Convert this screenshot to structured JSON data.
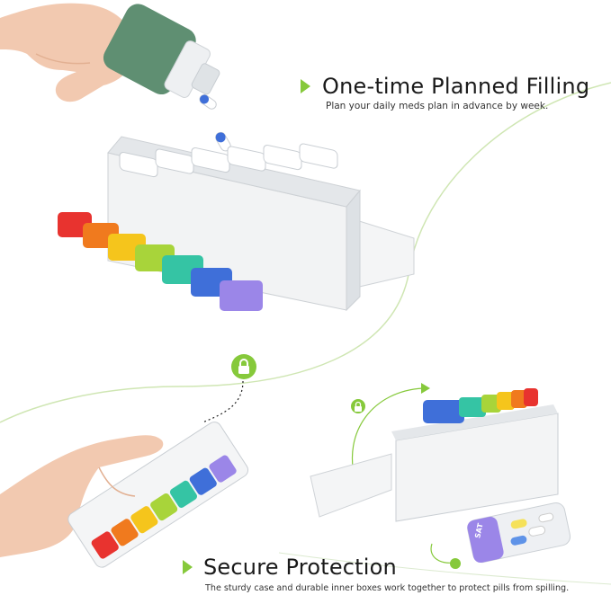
{
  "colors": {
    "accent_green": "#86c93b",
    "curve_green": "#cfe6b3",
    "bottle_green": "#5f8f72",
    "day_colors": [
      "#e8332f",
      "#f07a1e",
      "#f5c51c",
      "#a8d43a",
      "#35c4a4",
      "#3f6fd9",
      "#9b86e8"
    ]
  },
  "section_top": {
    "headline": "One-time Planned Filling",
    "subtitle": "Plan your daily meds plan in advance by week."
  },
  "section_bottom": {
    "headline": "Secure Protection",
    "subtitle": "The sturdy case and durable inner boxes work together to protect pills from spilling."
  },
  "product": {
    "day_lid_label": "SAT",
    "icons": [
      "lock-icon",
      "unlock-icon"
    ]
  }
}
